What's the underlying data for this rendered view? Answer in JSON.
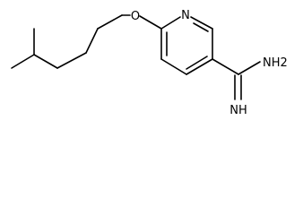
{
  "molecule": {
    "atoms": {
      "oxygen": "O",
      "ring_nitrogen": "N",
      "amine": "NH2",
      "imine": "NH"
    }
  }
}
